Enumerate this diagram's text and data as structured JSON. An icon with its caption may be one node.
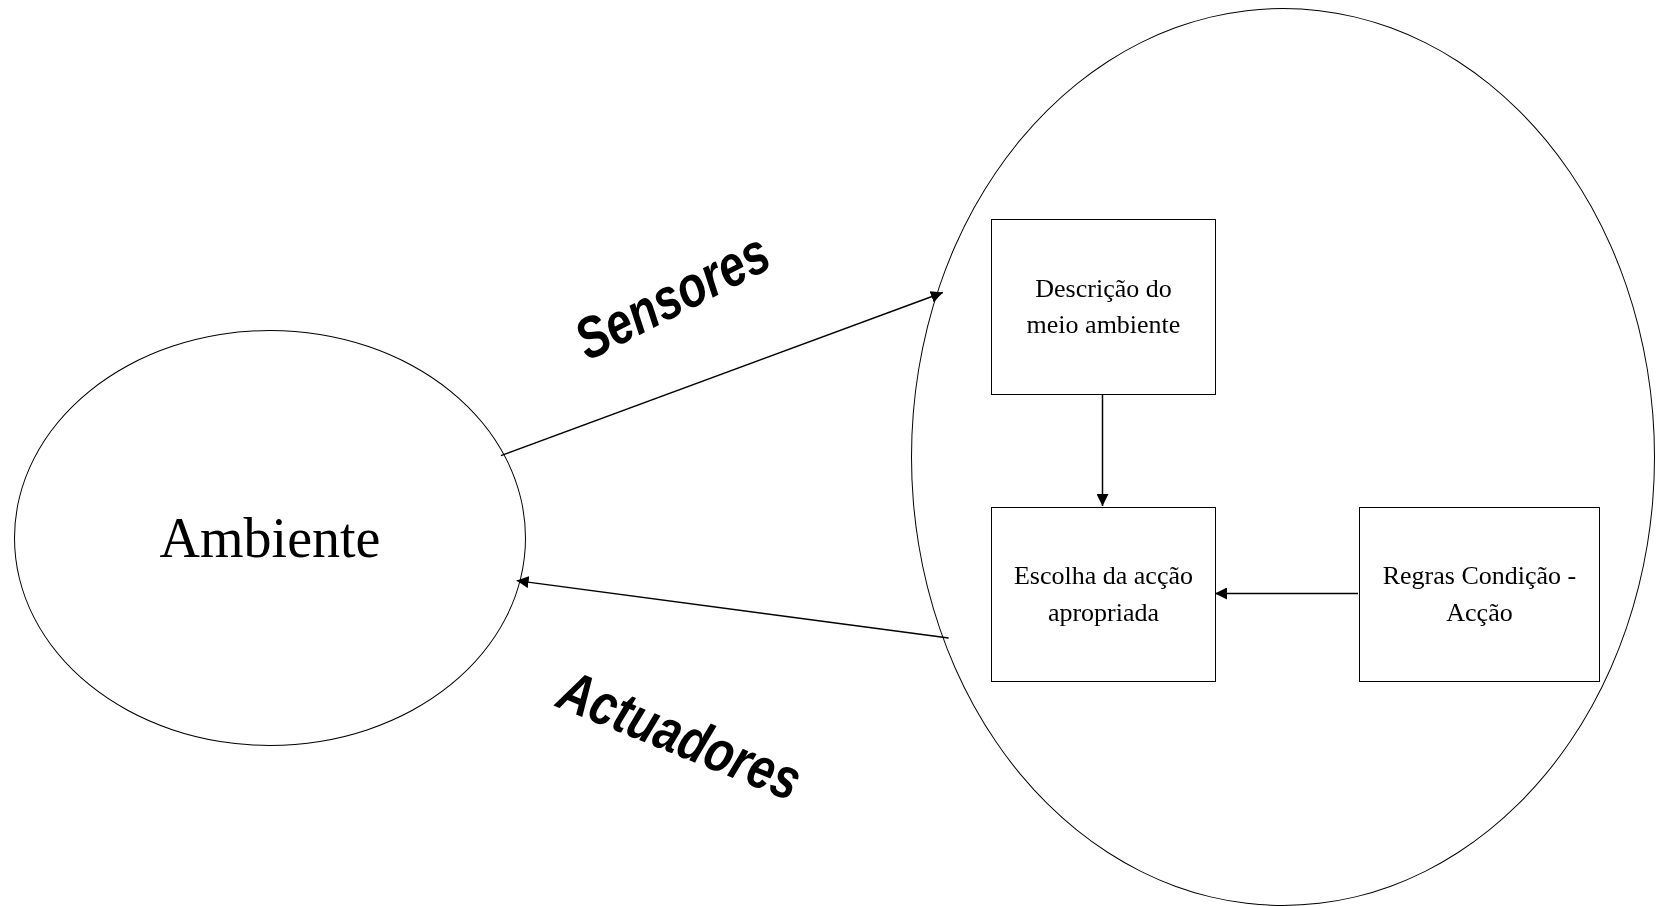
{
  "diagram": {
    "nodes": [
      {
        "text": [
          "Ambiente"
        ]
      },
      {
        "text": [],
        "shape": "circle"
      },
      {
        "text": [
          "Descrição do meio ambiente"
        ],
        "in": 1
      },
      {
        "text": [
          "Escolha da acção apropriada"
        ],
        "in": 1
      },
      {
        "text": [
          "Regras Condição - Acção"
        ],
        "in": 1
      }
    ],
    "edges": [
      {
        "from": 0,
        "to": 1,
        "arrow": "to",
        "label": "Sensores"
      },
      {
        "from": 1,
        "to": 0,
        "arrow": "to",
        "label": "Actuadores"
      },
      {
        "from": 2,
        "to": 3,
        "arrow": "to"
      },
      {
        "from": 4,
        "to": 3,
        "arrow": "to"
      }
    ]
  }
}
